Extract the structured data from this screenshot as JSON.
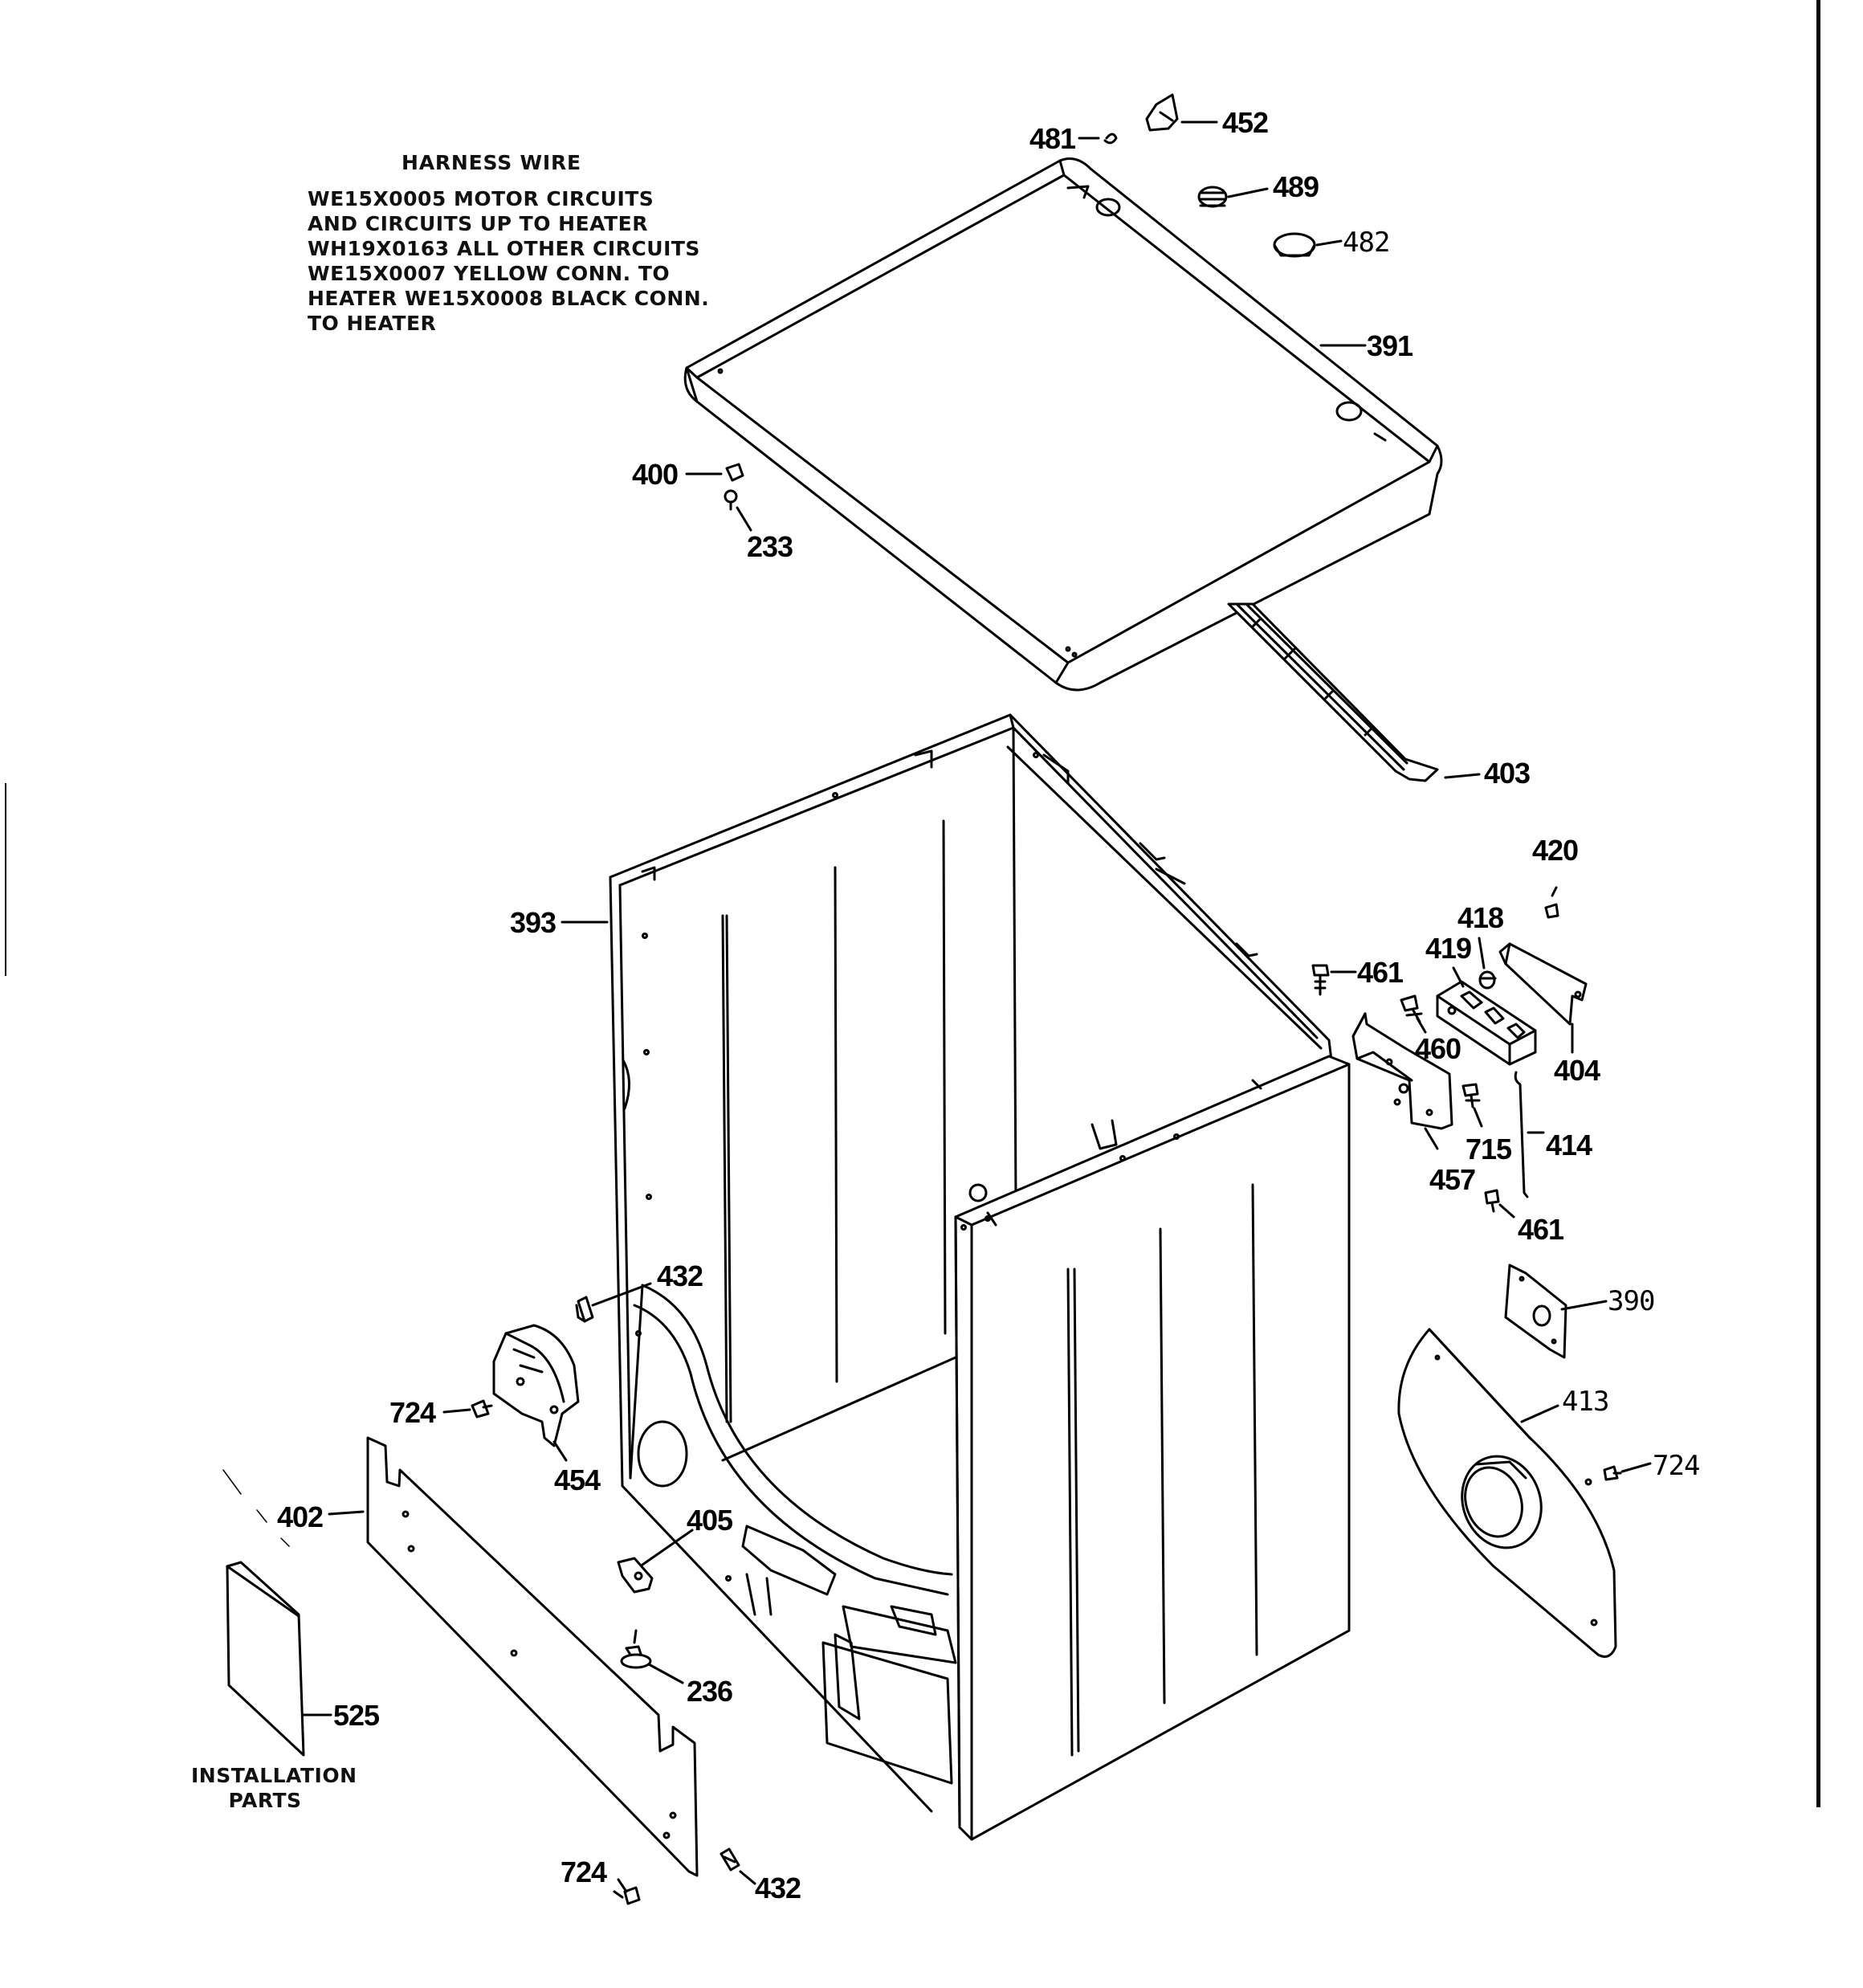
{
  "harness_note": {
    "title": "HARNESS WIRE",
    "lines": [
      "WE15X0005 MOTOR CIRCUITS",
      "AND CIRCUITS UP TO HEATER",
      "WH19X0163 ALL OTHER CIRCUITS",
      "WE15X0007 YELLOW CONN. TO",
      "HEATER WE15X0008 BLACK CONN.",
      "TO HEATER"
    ]
  },
  "installation_label": {
    "line1": "INSTALLATION",
    "line2": "PARTS"
  },
  "parts": {
    "p481": "481",
    "p452": "452",
    "p489": "489",
    "p482": "482",
    "p391": "391",
    "p400": "400",
    "p233": "233",
    "p403": "403",
    "p420": "420",
    "p393": "393",
    "p418": "418",
    "p419": "419",
    "p461a": "461",
    "p460": "460",
    "p404": "404",
    "p715": "715",
    "p414": "414",
    "p457": "457",
    "p461b": "461",
    "p390": "390",
    "p413": "413",
    "p432a": "432",
    "p724a": "724",
    "p454": "454",
    "p724b": "724",
    "p402": "402",
    "p405": "405",
    "p236": "236",
    "p525": "525",
    "p724c": "724",
    "p432b": "432"
  }
}
